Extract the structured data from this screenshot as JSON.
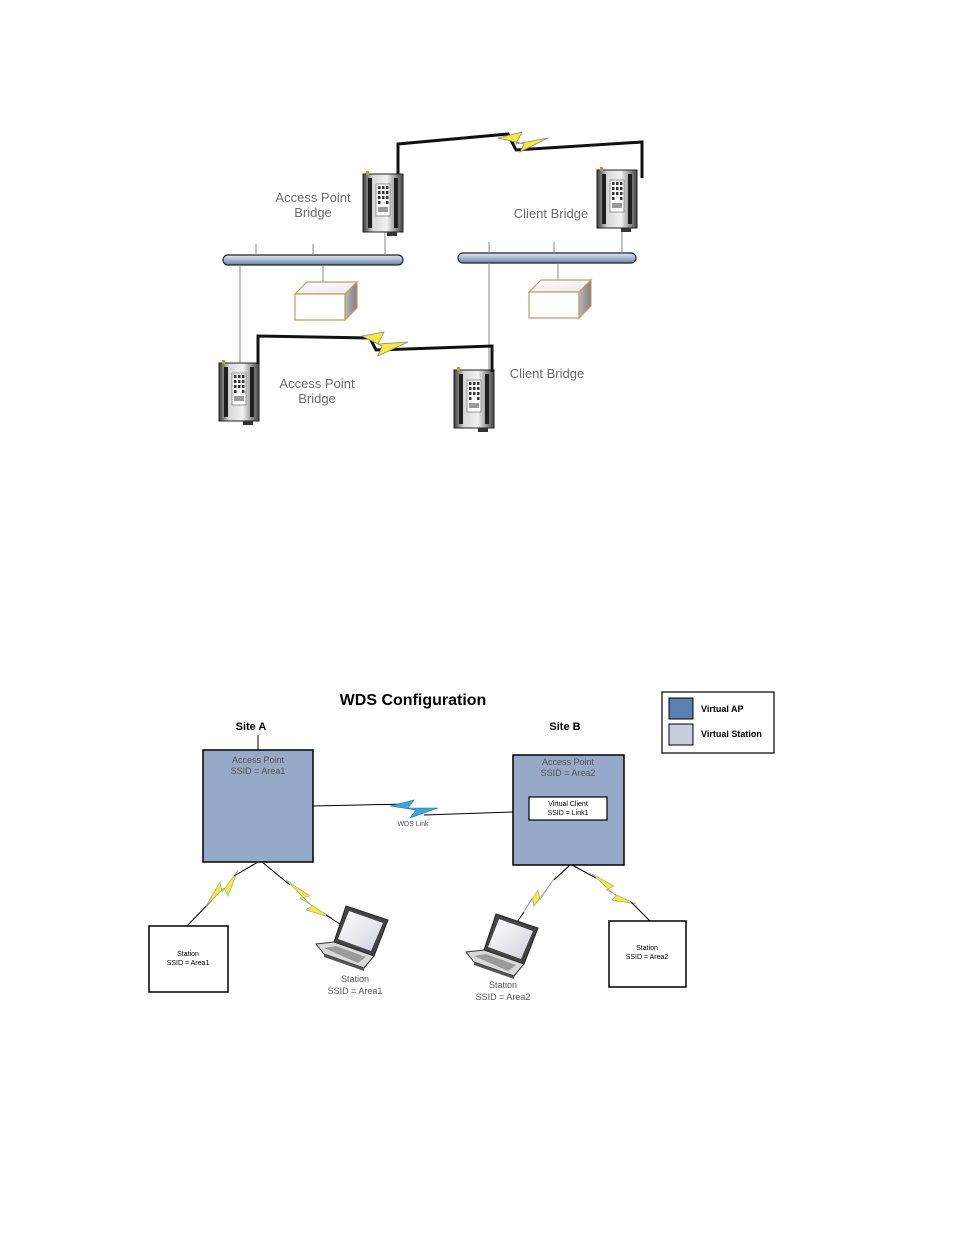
{
  "diagram1": {
    "labels": {
      "ap_top_line1": "Access Point",
      "ap_top_line2": "Bridge",
      "client_top": "Client Bridge",
      "ap_bottom_line1": "Access Point",
      "ap_bottom_line2": "Bridge",
      "client_bottom": "Client Bridge"
    }
  },
  "diagram2": {
    "title": "WDS Configuration",
    "legend": {
      "virtual_ap": "Virtual AP",
      "virtual_station": "Virtual Station"
    },
    "colors": {
      "virtual_ap": "#5b7fb0",
      "virtual_station": "#c9ccdb",
      "site_box": "#97a9c9",
      "wireless_bolt": "#f2ec3a",
      "wds_bolt": "#3aa8d8"
    },
    "site_a": {
      "label": "Site A",
      "ap_line1": "Access Point",
      "ap_line2": "SSID  = Area1",
      "station_box_line1": "Station",
      "station_box_line2": "SSID = Area1",
      "laptop_line1": "Station",
      "laptop_line2": "SSID  = Area1"
    },
    "site_b": {
      "label": "Site B",
      "ap_line1": "Access Point",
      "ap_line2": "SSID  = Area2",
      "virtual_client_line1": "Virtual Client",
      "virtual_client_line2": "SSID = Link1",
      "laptop_line1": "Station",
      "laptop_line2": "SSID  = Area2",
      "station_box_line1": "Station",
      "station_box_line2": "SSID = Area2"
    },
    "wds_link_label": "WDS  Link"
  }
}
